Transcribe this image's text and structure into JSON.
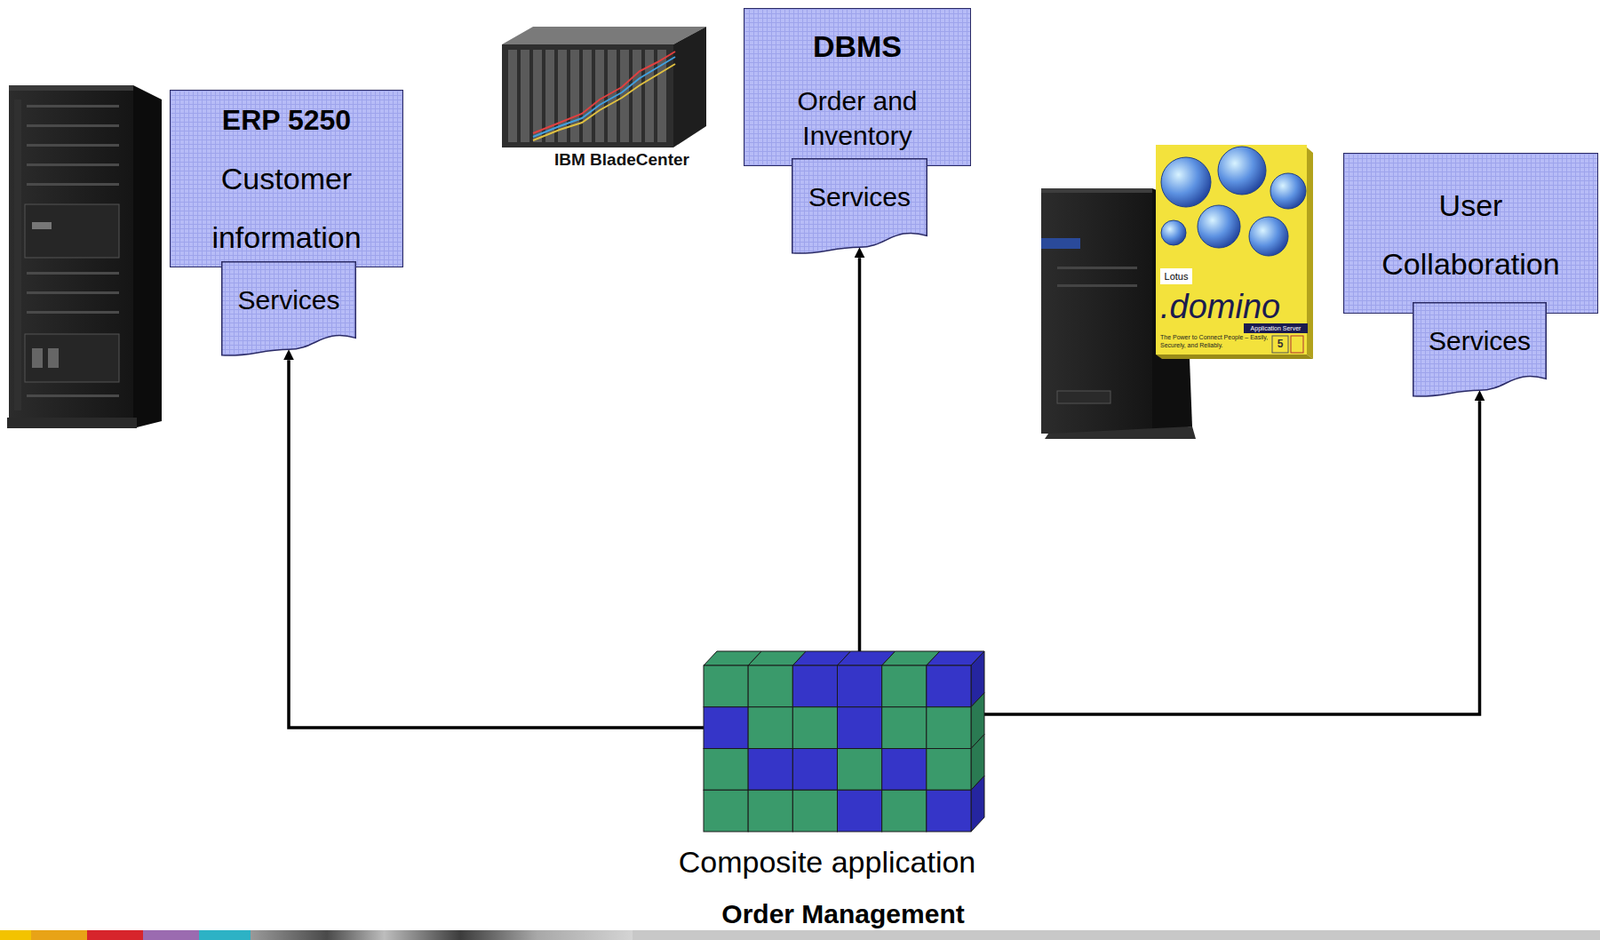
{
  "diagram": {
    "caption": "Order Management",
    "nodes": [
      {
        "text": [
          "ERP 5250",
          "Customer information"
        ]
      },
      {
        "text": [
          "Services"
        ]
      },
      {
        "text": [
          "DBMS",
          "Order and Inventory"
        ]
      },
      {
        "text": [
          "Services"
        ]
      },
      {
        "text": [
          "User Collaboration"
        ]
      },
      {
        "text": [
          "Services"
        ]
      },
      {
        "text": [
          "Composite application"
        ]
      }
    ],
    "edges": [
      {
        "from": 6,
        "to": 1,
        "arrow": "to"
      },
      {
        "from": 6,
        "to": 3,
        "arrow": "to"
      },
      {
        "from": 6,
        "to": 5,
        "arrow": "to"
      }
    ],
    "labels": [
      "IBM BladeCenter",
      "Lotus",
      ".domino",
      "Application Server",
      "The Power to Connect People – Easily, Securely, and Reliably.",
      "5"
    ]
  }
}
